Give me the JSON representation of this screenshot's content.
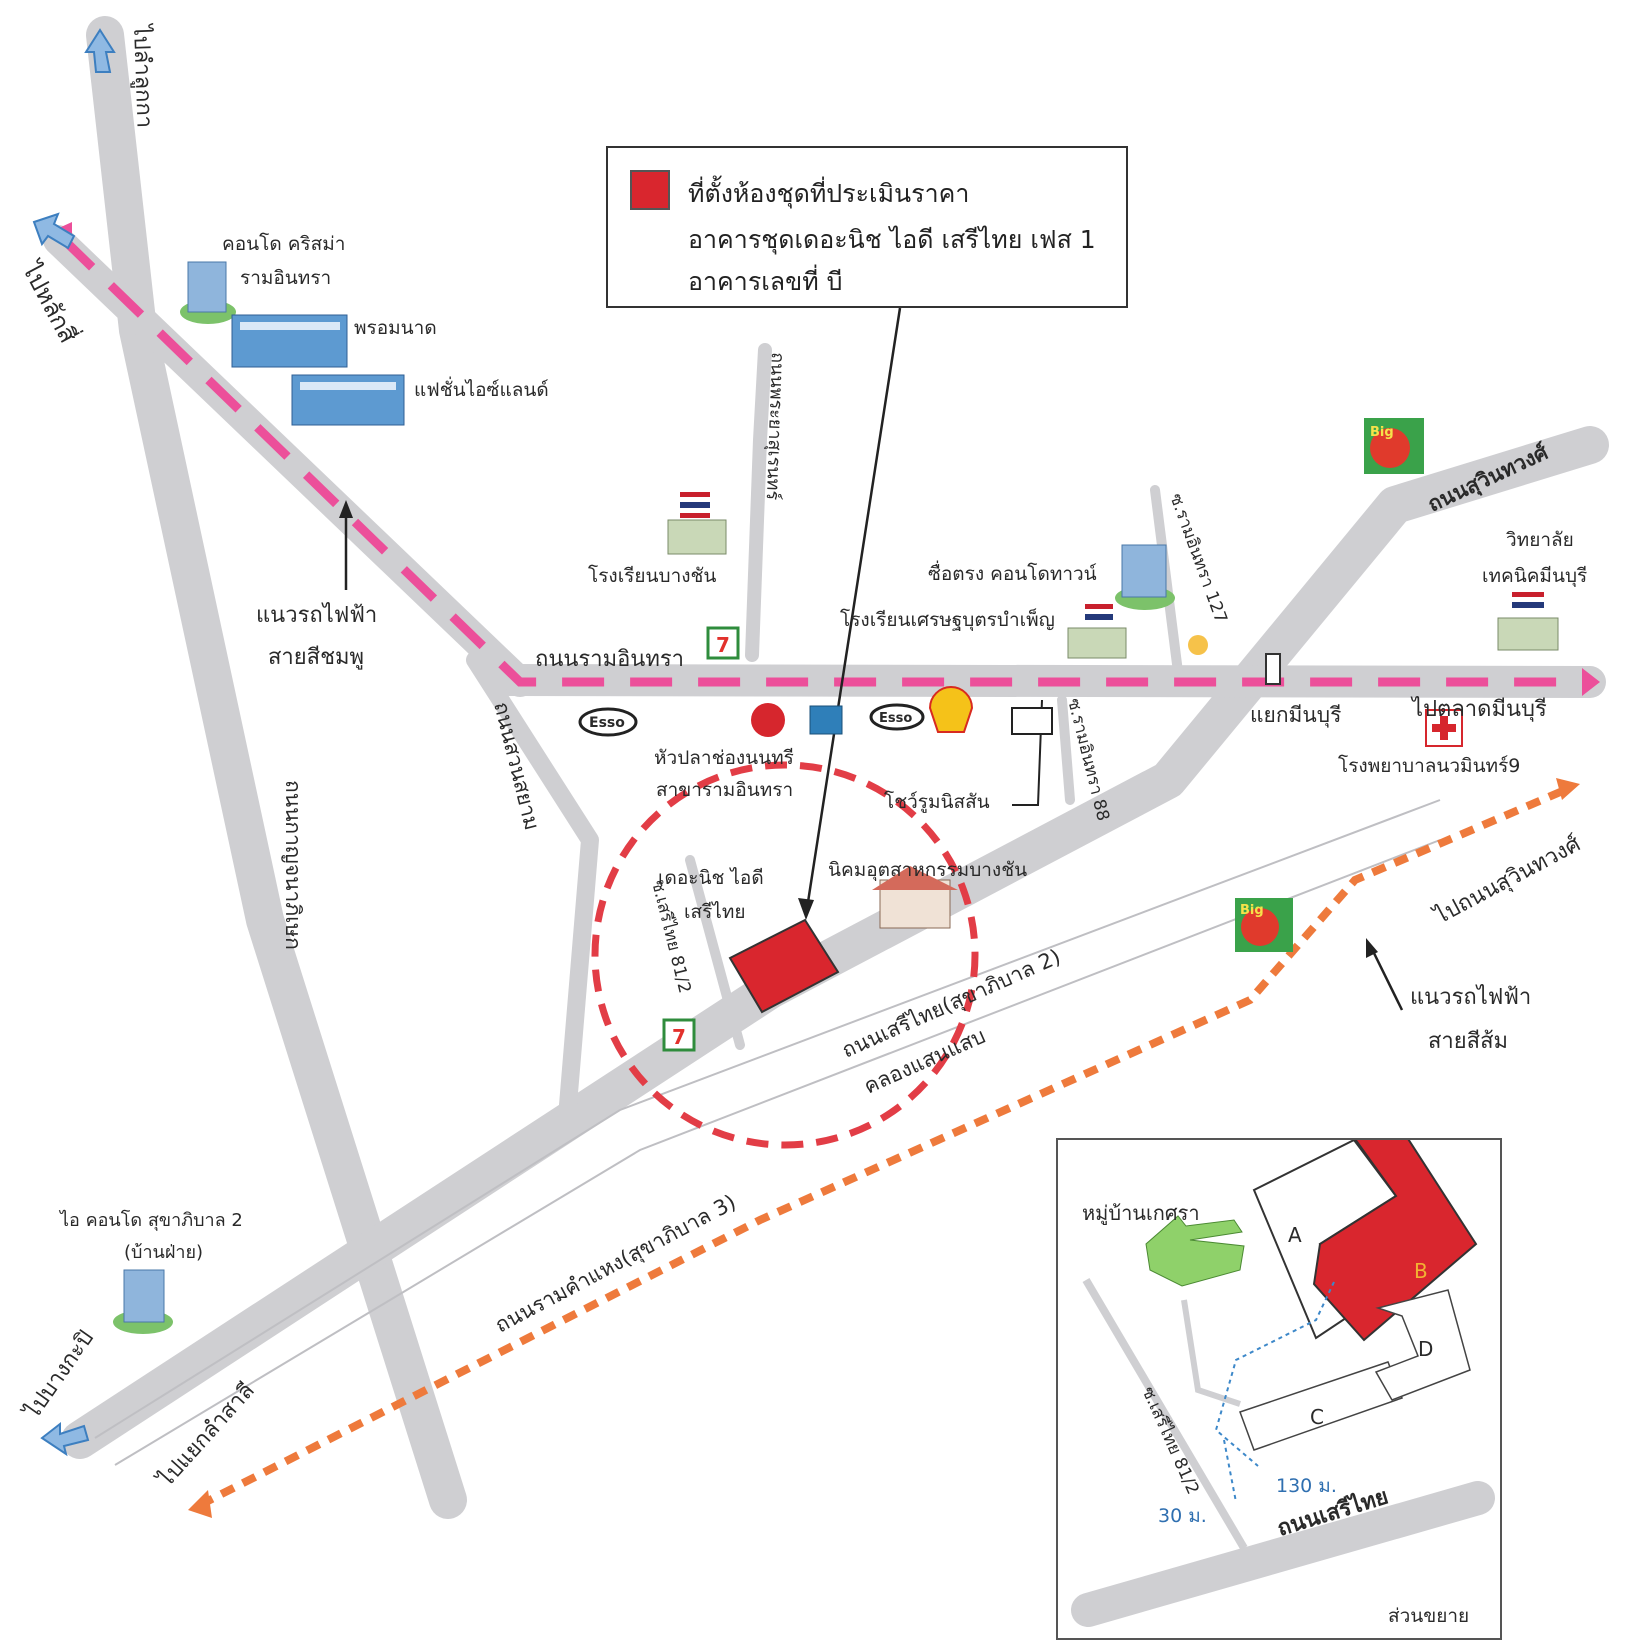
{
  "legend": {
    "line1": "ที่ตั้งห้องชุดที่ประเมินราคา",
    "line2": "อาคารชุดเดอะนิช ไอดี เสรีไทย เฟส 1",
    "line3": "อาคารเลขที่ บี",
    "swatch_color": "#d9262e"
  },
  "directions": {
    "to_lamlukka": "ไปลำลูกกา",
    "to_laksi": "ไปหลักสี่",
    "to_bangkapi": "ไปบางกะปิ",
    "to_lamsali": "ไปแยกลำสาลี",
    "to_minburi_market": "ไปตลาดมีนบุรี",
    "to_suwinthawong": "ไปถนนสุวินทวงศ์"
  },
  "roads": {
    "ramintra": "ถนนรามอินทรา",
    "suwinthawong": "ถนนสุวินทวงศ์",
    "suan_siam": "ถนนสวนสยาม",
    "kanchanaphisek": "ถนนกาญจนาภิเษก",
    "phraya_suren": "ถนนพระยาสุเรนทร์",
    "soi_ramintra_127": "ซ.รามอินทรา 127",
    "soi_ramintra_88": "ซ.รามอินทรา 88",
    "soi_serithai_81_2": "ซ.เสรีไทย 81/2",
    "serithai_main": "ถนนเสรีไทย(สุขาภิบาล 2)",
    "khlong_saen_saep": "คลองแสนแสบ",
    "ramkhamhaeng": "ถนนรามคำแหง(สุขาภิบาล 3)"
  },
  "rail": {
    "pink_line": [
      "แนวรถไฟฟ้า",
      "สายสีชมพู"
    ],
    "orange_line": [
      "แนวรถไฟฟ้า",
      "สายสีส้ม"
    ],
    "pink_color": "#ec4f9a",
    "orange_color": "#ee7a3c"
  },
  "landmarks": {
    "crisma": [
      "คอนโด คริสม่า",
      "รามอินทรา"
    ],
    "prommanat": "พรอมนาด",
    "fashion_island": "แฟชั่นไอซ์แลนด์",
    "bangchan_school": "โรงเรียนบางชัน",
    "suetrong": "ซื่อตรง คอนโดทาวน์",
    "setthabut_school": "โรงเรียนเศรษฐบุตรบำเพ็ญ",
    "minburi_tech": [
      "วิทยาลัย",
      "เทคนิคมีนบุรี"
    ],
    "minburi_junction": "แยกมีนบุรี",
    "nawamin_hospital": "โรงพยาบาลนวมินทร์9",
    "huapla": [
      "หัวปลาช่องนนทรี",
      "สาขารามอินทรา"
    ],
    "nissan": "โชว์รูมนิสสัน",
    "the_niche": [
      "เดอะนิช ไอดี",
      "เสรีไทย"
    ],
    "bangchan_industrial": "นิคมอุตสาหกรรมบางชัน",
    "i_condo": [
      "ไอ คอนโด สุขาภิบาล 2",
      "(บ้านฝ่าย)"
    ],
    "esso": "Esso",
    "big_c": "Big"
  },
  "inset": {
    "village": "หมู่บ้านเกศรา",
    "road": "ถนนเสรีไทย",
    "soi": "ซ.เสรีไทย 81/2",
    "dist_long": "130 ม.",
    "dist_short": "30 ม.",
    "caption": "ส่วนขยาย",
    "buildings": [
      "A",
      "B",
      "C",
      "D"
    ]
  }
}
